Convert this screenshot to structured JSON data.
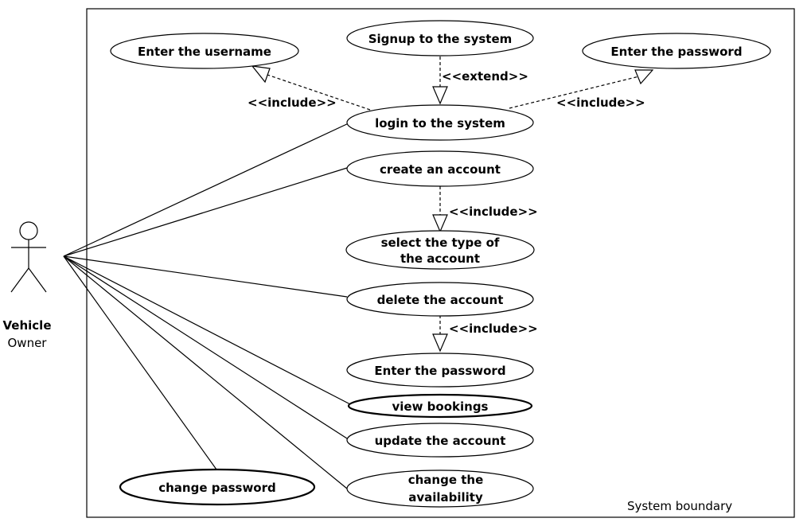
{
  "actor": {
    "name_line1": "Vehicle",
    "name_line2": "Owner"
  },
  "boundary": {
    "label": "System boundary"
  },
  "use_cases": {
    "signup": "Signup to the system",
    "enter_username": "Enter the username",
    "enter_password_top": "Enter the password",
    "login": "login to the system",
    "create_account": "create an account",
    "select_type_line1": "select the type of",
    "select_type_line2": "the account",
    "delete_account": "delete the account",
    "enter_password_bottom": "Enter the password",
    "view_bookings": "view bookings",
    "update_account": "update the account",
    "change_availability_line1": "change the",
    "change_availability_line2": "availability",
    "change_password": "change password"
  },
  "relations": {
    "extend": "<<extend>>",
    "include_left": "<<include>>",
    "include_right": "<<include>>",
    "include_create": "<<include>>",
    "include_delete": "<<include>>"
  }
}
